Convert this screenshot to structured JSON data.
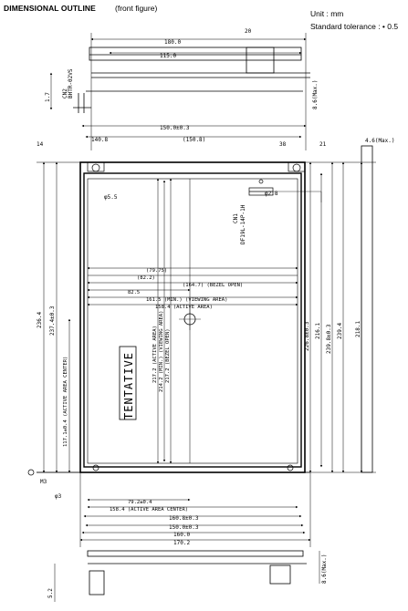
{
  "header": {
    "title": "DIMENSIONAL OUTLINE",
    "subtitle": "(front figure)",
    "unit": "Unit : mm",
    "tolerance": "Standard tolerance : • 0.5"
  },
  "stamp": "TENTATIVE",
  "top_dims": [
    "180.0",
    "115.0",
    "150.0±0.3",
    "140.8",
    "(150.8)"
  ],
  "left_dims": [
    "236.4",
    "237.4±0.3",
    "117.1±0.4 (ACTIVE AREA CENTER)",
    "5.2",
    "1.7"
  ],
  "right_dims": [
    "226.8±0.3",
    "216.1",
    "239.8±0.3",
    "239.4",
    "218.1",
    "8.6(Max.)"
  ],
  "inner_dims": [
    "217.2 (ACTIVE AREA)",
    "214.2 (MIN.) (VIEWING AREA)",
    "217.2 (BEZEL OPEN)",
    "158.4 (ACTIVE AREA)",
    "161.5 (MIN.) (VIEWING AREA)",
    "(164.7) (BEZEL OPEN)",
    "(82.2)",
    "82.5",
    "(79.75)"
  ],
  "bottom_dims": [
    "79.2±0.4",
    "158.4 (ACTIVE AREA CENTER)",
    "160.8±0.3",
    "150.0±0.3",
    "160.0",
    "170.2"
  ],
  "connector_labels": [
    "CN2",
    "BHTR-02VS",
    "CN1",
    "DF19L-14P-1H"
  ],
  "misc_labels": [
    "20",
    "38",
    "φ5.5",
    "φ3",
    "φ2.8",
    "21",
    "14",
    "4.6(Max.)",
    "M3"
  ]
}
